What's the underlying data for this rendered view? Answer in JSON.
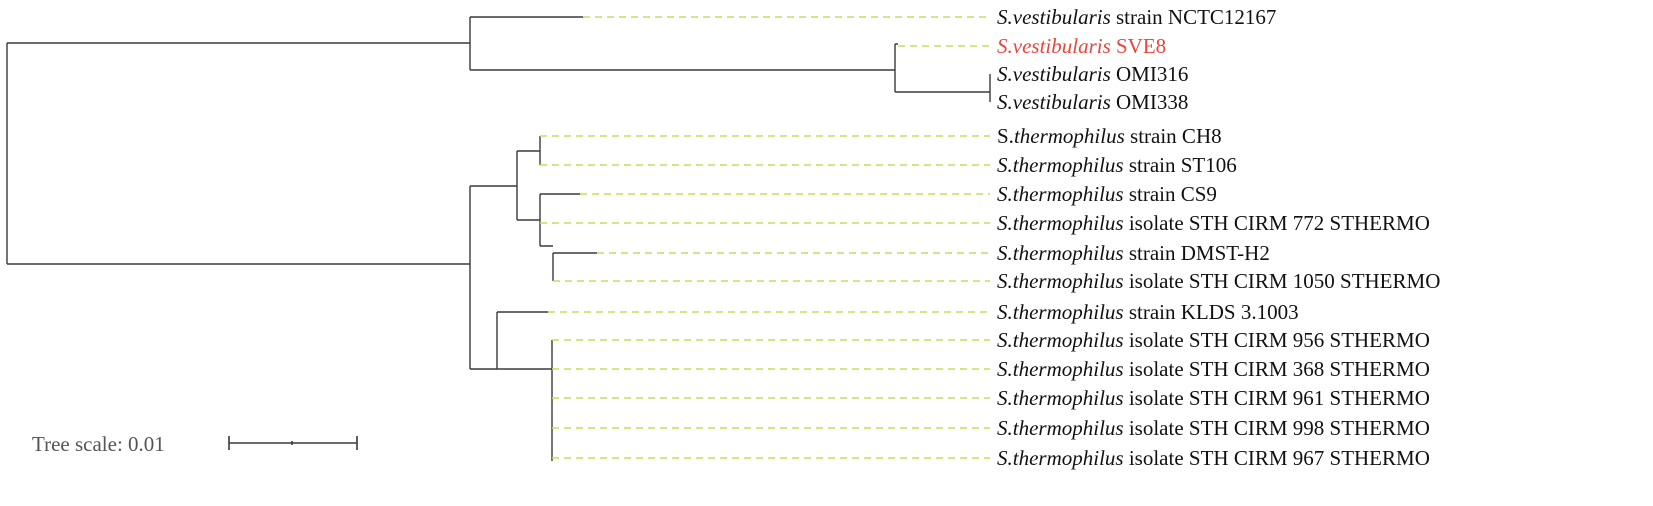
{
  "tree": {
    "scale_label": "Tree scale: 0.01",
    "highlight_color": "#e8453c",
    "leader_color": "#c8dc5a",
    "leaves": [
      {
        "genus": "S.vestibularis",
        "suffix": " strain NCTC12167",
        "highlight": false
      },
      {
        "genus": "S.vestibularis",
        "suffix": " SVE8",
        "highlight": true
      },
      {
        "genus": "S.vestibularis",
        "suffix": " OMI316",
        "highlight": false
      },
      {
        "genus": "S.vestibularis",
        "suffix": " OMI338",
        "highlight": false
      },
      {
        "genus_prefix": "S.",
        "genus": "thermophilus",
        "suffix": " strain CH8",
        "highlight": false
      },
      {
        "genus": "S.thermophilus",
        "suffix": " strain ST106",
        "highlight": false
      },
      {
        "genus": "S.thermophilus",
        "suffix": " strain CS9",
        "highlight": false
      },
      {
        "genus": "S.thermophilus",
        "suffix": " isolate STH CIRM 772 STHERMO",
        "highlight": false
      },
      {
        "genus": "S.thermophilus",
        "suffix": " strain DMST-H2",
        "highlight": false
      },
      {
        "genus": "S.thermophilus",
        "suffix": " isolate STH CIRM 1050 STHERMO",
        "highlight": false
      },
      {
        "genus": "S.thermophilus",
        "suffix": " strain KLDS 3.1003",
        "highlight": false
      },
      {
        "genus": "S.thermophilus",
        "suffix": " isolate STH CIRM 956 STHERMO",
        "highlight": false
      },
      {
        "genus": "S.thermophilus",
        "suffix": " isolate STH CIRM 368 STHERMO",
        "highlight": false
      },
      {
        "genus": "S.thermophilus",
        "suffix": " isolate STH CIRM 961 STHERMO",
        "highlight": false
      },
      {
        "genus": "S.thermophilus",
        "suffix": " isolate STH CIRM 998 STHERMO",
        "highlight": false
      },
      {
        "genus": "S.thermophilus",
        "suffix": " isolate STH CIRM 967 STHERMO",
        "highlight": false
      }
    ]
  }
}
